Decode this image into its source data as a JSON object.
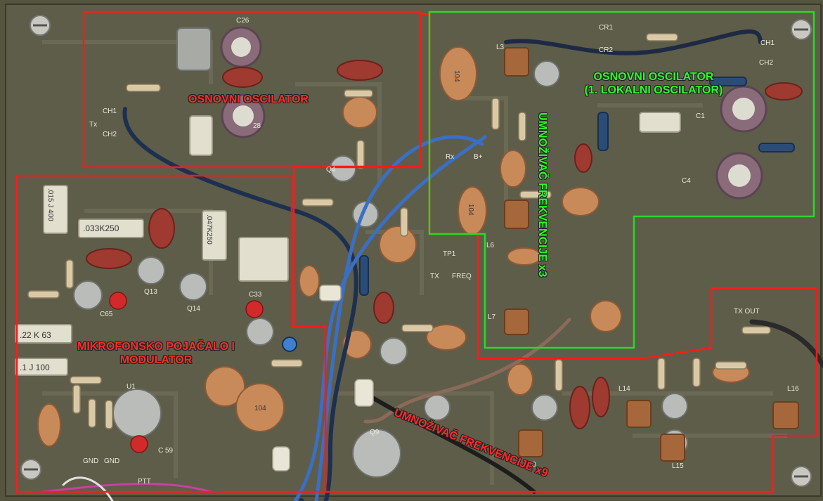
{
  "labels": {
    "osnovni_oscilator_red": "OSNOVNI OSCILATOR",
    "osnovni_oscilator_green": "OSNOVNI OSCILATOR\n(1. LOKALNI OSCILATOR)",
    "mnozivac_x3": "UMNOŽIVAČ FREKVENCIJE x3",
    "mikrofonsko": "MIKROFONSKO POJAČALO I\nMODULATOR",
    "mnozivac_x9": "UMNOŽIVAČ FREKVENCIJE x9"
  },
  "silkscreen": {
    "c26": "C26",
    "ch1": "CH1",
    "ch2": "CH2",
    "tx": "Tx",
    "c28": "28",
    "tp1": "TP1",
    "tx2": "TX",
    "freq": "FREQ",
    "c33": "C33",
    "q13": "Q13",
    "q14": "Q14",
    "c65": "C65",
    "u1": "U1",
    "c59": "C 59",
    "gnd1": "GND",
    "gnd2": "GND",
    "ptt": "PTT",
    "q9": "Q9",
    "l13": "L13",
    "l14": "L14",
    "l15": "L15",
    "l16": "L16",
    "tx_out": "TX OUT",
    "l3": "L3",
    "l6": "L6",
    "l7": "L7",
    "rx": "Rx",
    "b_plus": "B+",
    "cr1": "CR1",
    "cr2": "CR2",
    "ch1b": "CH1",
    "ch2b": "CH2",
    "c1": "C1",
    "c4": "C4",
    "q4": "Q4",
    "cap_015": ".015 J 400",
    "cap_033": ".033K250",
    "cap_047": ".047K250",
    "cap_22": ".22 K 63",
    "cap_1": ".1 J 100",
    "cap_104a": "104",
    "cap_104b": "104",
    "cap_104c": "104"
  },
  "colors": {
    "red_box": "#ff1a1a",
    "green_box": "#22dd22",
    "board": "#5a5a47"
  }
}
